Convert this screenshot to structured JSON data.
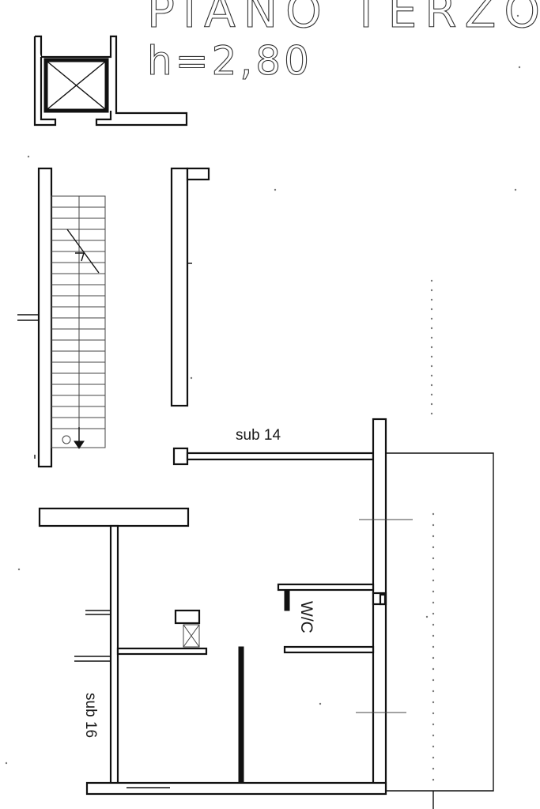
{
  "title": {
    "floor": "PIANO TERZO",
    "height": "h=2,80"
  },
  "labels": {
    "unit_upper": "sub 14",
    "unit_lower": "sub 16",
    "wc": "W/C"
  },
  "icons": [
    "elevator-shaft-icon",
    "staircase-icon",
    "ventilation-shaft-icon"
  ]
}
